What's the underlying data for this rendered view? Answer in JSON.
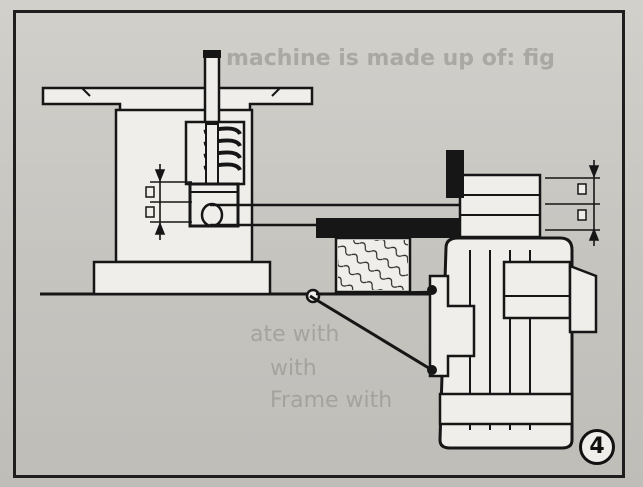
{
  "figure": {
    "number": "4"
  },
  "bleed_through": [
    "machine is made up of: fig",
    "ate with",
    "with",
    "Frame with"
  ],
  "colors": {
    "ink": "#161616",
    "paper": "#efeeea",
    "background": "#c9c7c2"
  }
}
